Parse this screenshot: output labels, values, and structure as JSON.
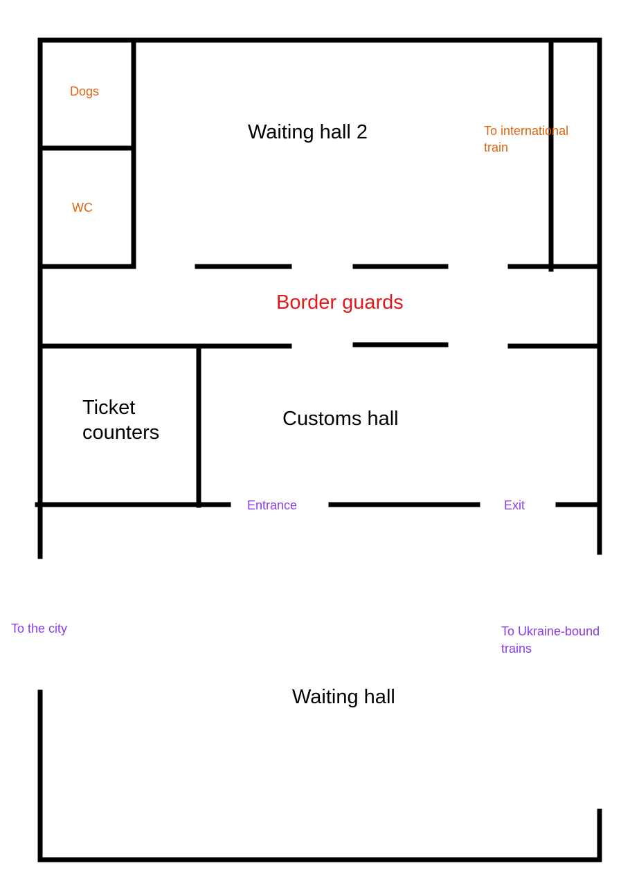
{
  "colors": {
    "wall": "#000000",
    "room_text": "#000000",
    "facility_text": "#e0640f",
    "border_guards_text": "#e01a1a",
    "passage_text": "#8a3de6",
    "background": "#ffffff"
  },
  "rooms": {
    "waiting_hall_2": "Waiting hall 2",
    "border_guards": "Border guards",
    "ticket_counters_line1": "Ticket",
    "ticket_counters_line2": "counters",
    "customs_hall": "Customs hall",
    "waiting_hall": "Waiting hall"
  },
  "facilities": {
    "dogs": "Dogs",
    "wc": "WC",
    "international_line1": "To international",
    "international_line2": "train"
  },
  "passages": {
    "entrance": "Entrance",
    "exit": "Exit",
    "to_city": "To the city",
    "ukraine_line1": "To Ukraine-bound",
    "ukraine_line2": "trains"
  }
}
